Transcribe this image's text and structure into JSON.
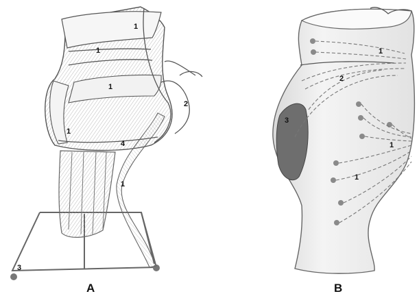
{
  "panels": [
    {
      "letter": "A",
      "labels": [
        "1",
        "1",
        "1",
        "1",
        "2",
        "4",
        "1",
        "3"
      ]
    },
    {
      "letter": "B",
      "labels": [
        "1",
        "2",
        "3",
        "1",
        "1"
      ]
    }
  ]
}
